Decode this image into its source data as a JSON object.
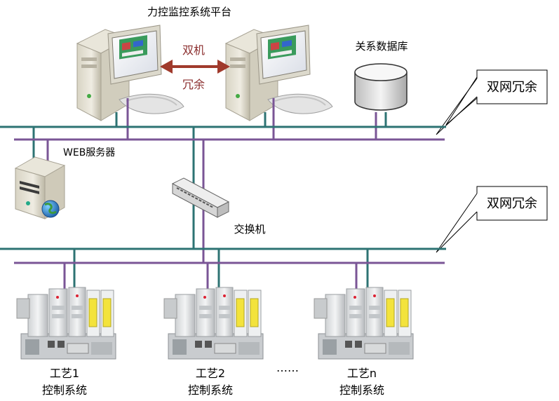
{
  "title": "力控监控系统平台",
  "redundancy_top": "双机",
  "redundancy_bottom": "冗余",
  "database_label": "关系数据库",
  "net_callout_1": "双网冗余",
  "net_callout_2": "双网冗余",
  "web_server_label": "WEB服务器",
  "switch_label": "交换机",
  "ellipsis": "……",
  "controllers": [
    {
      "line1": "工艺1",
      "line2": "控制系统"
    },
    {
      "line1": "工艺2",
      "line2": "控制系统"
    },
    {
      "line1": "工艺n",
      "line2": "控制系统"
    }
  ],
  "colors": {
    "network_a": "#2d7373",
    "network_b": "#7a5596",
    "arrow": "#a03a2c"
  }
}
